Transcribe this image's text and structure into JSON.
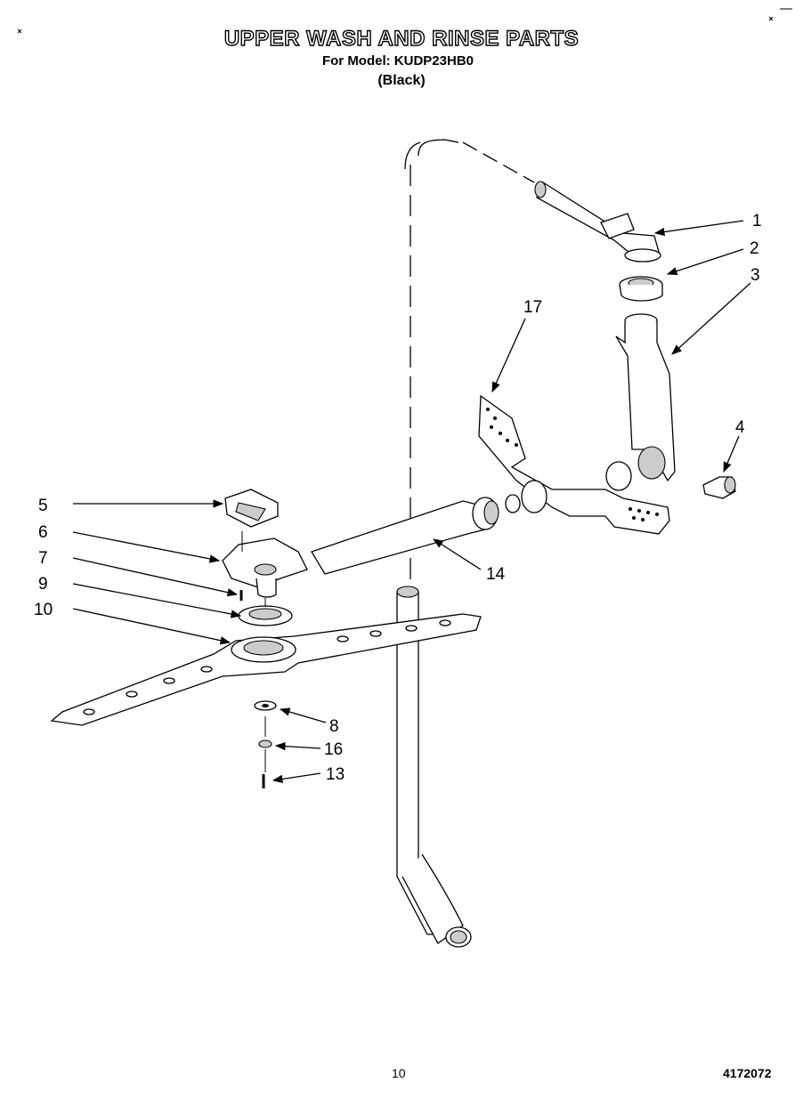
{
  "header": {
    "title": "UPPER WASH AND RINSE PARTS",
    "model_line": "For Model: KUDP23HB0",
    "variant": "(Black)"
  },
  "callouts": [
    {
      "id": "1",
      "label": "1"
    },
    {
      "id": "2",
      "label": "2"
    },
    {
      "id": "3",
      "label": "3"
    },
    {
      "id": "4",
      "label": "4"
    },
    {
      "id": "5",
      "label": "5"
    },
    {
      "id": "6",
      "label": "6"
    },
    {
      "id": "7",
      "label": "7"
    },
    {
      "id": "9",
      "label": "9"
    },
    {
      "id": "10",
      "label": "10"
    },
    {
      "id": "14",
      "label": "14"
    },
    {
      "id": "17",
      "label": "17"
    },
    {
      "id": "8",
      "label": "8"
    },
    {
      "id": "16",
      "label": "16"
    },
    {
      "id": "13",
      "label": "13"
    }
  ],
  "footer": {
    "page_number": "10",
    "document_number": "4172072"
  }
}
